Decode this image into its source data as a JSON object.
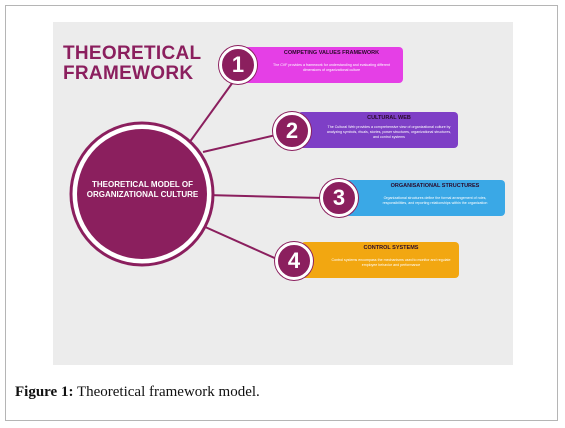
{
  "diagram": {
    "title_line1": "THEORETICAL",
    "title_line2": "FRAMEWORK",
    "center_label": "THEORETICAL MODEL OF ORGANIZATIONAL CULTURE",
    "colors": {
      "primary": "#8b1f5e",
      "background": "#ececec"
    },
    "items": [
      {
        "number": "1",
        "title": "COMPETING VALUES FRAMEWORK",
        "description": "The CVF provides a framework for understanding and evaluating different dimensions of organizational culture",
        "color": "#e53fe6"
      },
      {
        "number": "2",
        "title": "CULTURAL WEB",
        "description": "The Cultural Web provides a comprehensive view of organizational culture by analyzing symbols, rituals, stories, power structures, organizational structures, and control systems",
        "color": "#7e3fc6"
      },
      {
        "number": "3",
        "title": "ORGANISATIONAL STRUCTURES",
        "description": "Organizational structures define the formal arrangement of roles, responsibilities, and reporting relationships within the organization",
        "color": "#3aa8e6"
      },
      {
        "number": "4",
        "title": "CONTROL SYSTEMS",
        "description": "Control systems encompass the mechanisms used to monitor and regulate employee behavior and performance",
        "color": "#f2a711"
      }
    ]
  },
  "caption": {
    "label": "Figure 1:",
    "text": " Theoretical framework model."
  }
}
